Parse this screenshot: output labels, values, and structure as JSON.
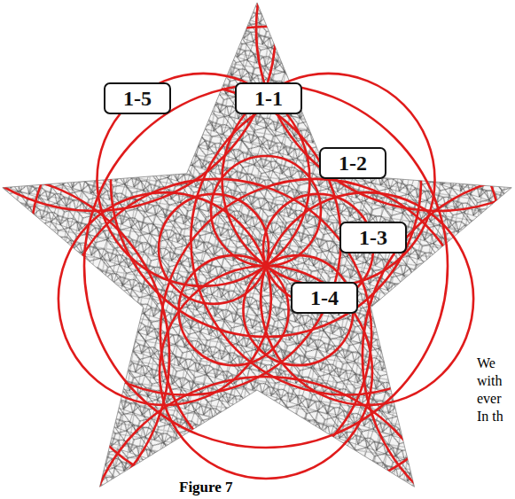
{
  "diagram": {
    "caption": "Figure 7",
    "nodes": [
      {
        "text": [
          "1-5"
        ]
      },
      {
        "text": [
          "1-1"
        ]
      },
      {
        "text": [
          "1-2"
        ]
      },
      {
        "text": [
          "1-3"
        ]
      },
      {
        "text": [
          "1-4"
        ]
      }
    ],
    "labels": [
      "We",
      "with",
      "ever",
      "In th"
    ]
  }
}
